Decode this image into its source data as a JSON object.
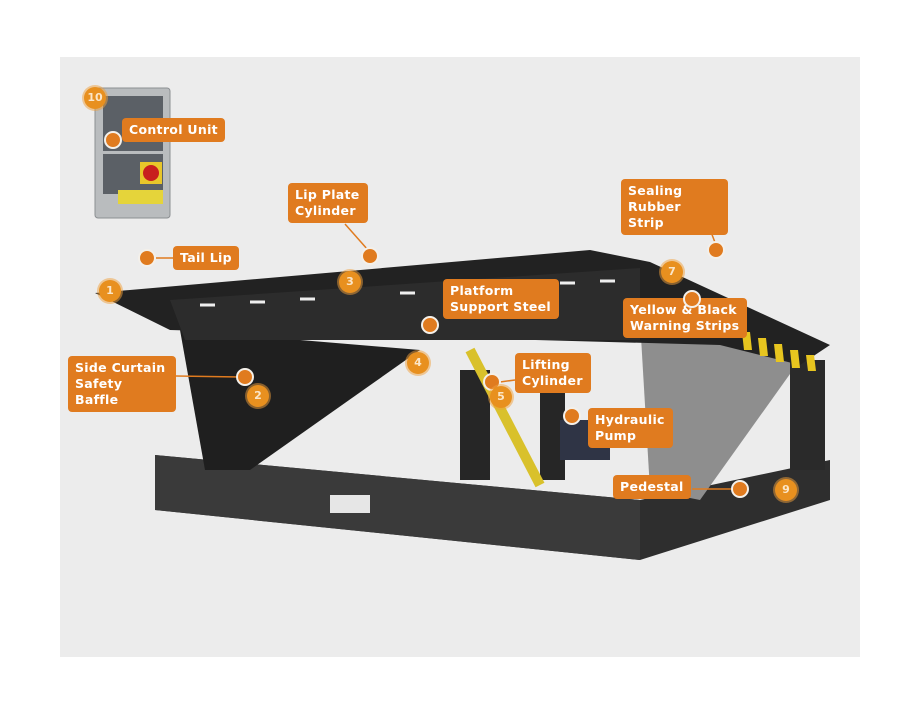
{
  "labels": {
    "control_unit": "Control Unit",
    "lip_plate_cylinder": "Lip Plate Cylinder",
    "tail_lip": "Tail Lip",
    "platform_support_steel": "Platform Support Steel",
    "sealing_rubber_strip": "Sealing Rubber Strip",
    "warning_strips": "Yellow & Black Warning Strips",
    "side_curtain": "Side Curtain Safety Baffle",
    "lifting_cylinder": "Lifting Cylinder",
    "hydraulic_pump": "Hydraulic Pump",
    "pedestal": "Pedestal"
  },
  "badges": {
    "b1": "1",
    "b2": "2",
    "b3": "3",
    "b4": "4",
    "b5": "5",
    "b7": "7",
    "b9": "9",
    "b10": "10"
  },
  "colors": {
    "accent": "#e07b1f",
    "background": "#ececec",
    "steel": "#2b2b2b"
  }
}
